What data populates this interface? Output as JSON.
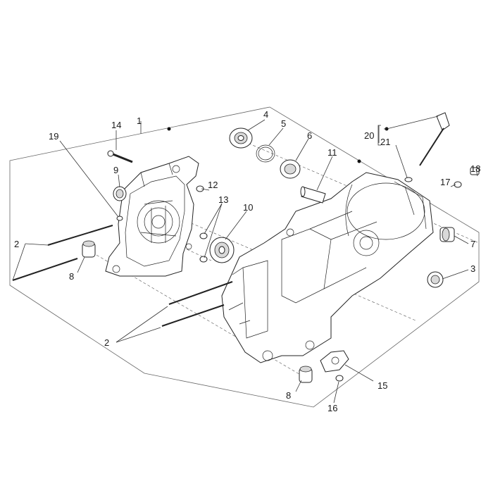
{
  "callouts": {
    "c1": "1",
    "c2a": "2",
    "c2b": "2",
    "c3": "3",
    "c4": "4",
    "c5": "5",
    "c6": "6",
    "c7": "7",
    "c8a": "8",
    "c8b": "8",
    "c9": "9",
    "c10": "10",
    "c11": "11",
    "c12": "12",
    "c13": "13",
    "c14": "14",
    "c15": "15",
    "c16": "16",
    "c17": "17",
    "c18": "18",
    "c19": "19",
    "c20": "20",
    "c21": "21"
  },
  "colors": {
    "ink": "#222222",
    "frame": "#666666",
    "background": "#ffffff"
  }
}
